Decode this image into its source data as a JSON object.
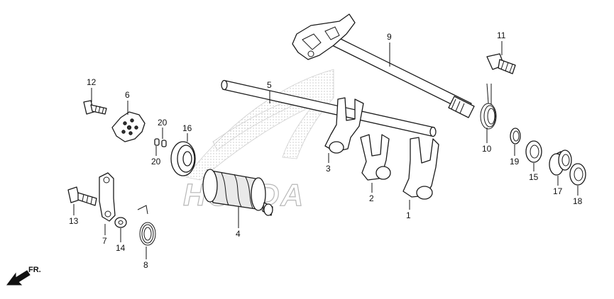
{
  "watermark": {
    "brand": "HONDA"
  },
  "direction_indicator": {
    "label": "FR."
  },
  "callouts": {
    "c1": "1",
    "c2": "2",
    "c3": "3",
    "c4": "4",
    "c5": "5",
    "c6": "6",
    "c7": "7",
    "c8": "8",
    "c9": "9",
    "c10": "10",
    "c11": "11",
    "c12": "12",
    "c13": "13",
    "c14": "14",
    "c15": "15",
    "c16": "16",
    "c17": "17",
    "c18": "18",
    "c19": "19",
    "c20a": "20",
    "c20b": "20"
  }
}
